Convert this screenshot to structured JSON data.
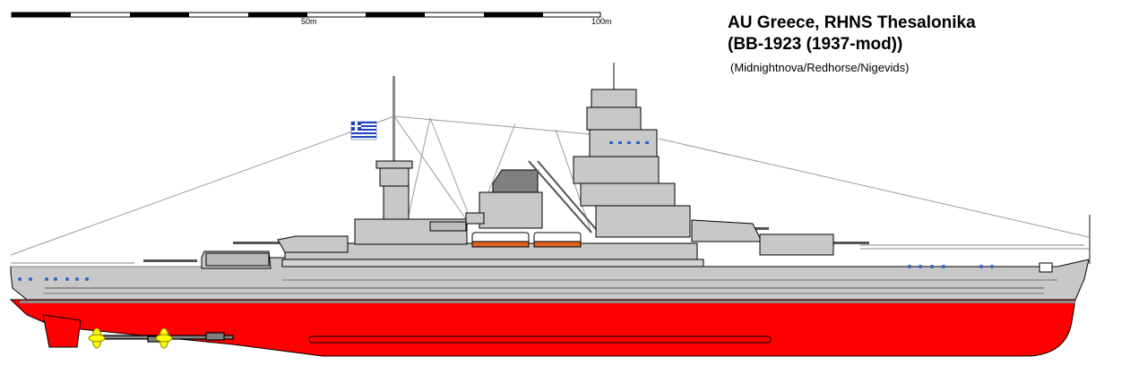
{
  "header": {
    "title_line1": "AU Greece, RHNS Thesalonika",
    "title_line2": "(BB-1923 (1937-mod))",
    "credits": "(Midnightnova/Redhorse/Nigevids)"
  },
  "scale_bar": {
    "label_50": "50m",
    "label_100": "100m"
  },
  "colors": {
    "hull_grey": "#c8c8c8",
    "antifouling_red": "#ff0000",
    "waterline_dark": "#8c8c8c",
    "boat_orange": "#e06020",
    "propeller_yellow": "#ffff00",
    "flag_blue": "#2040c0"
  }
}
